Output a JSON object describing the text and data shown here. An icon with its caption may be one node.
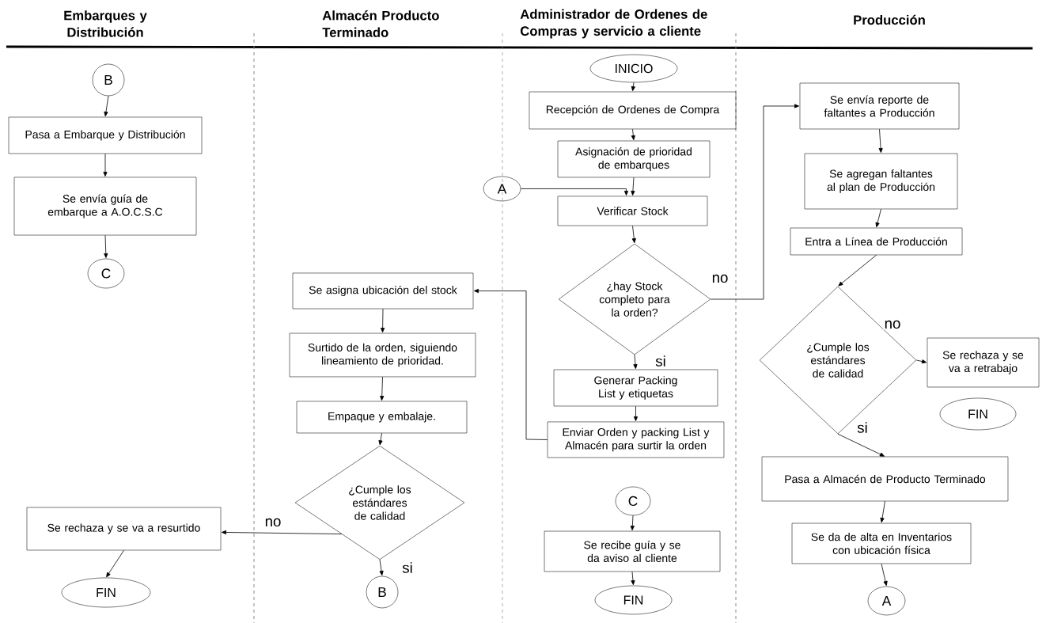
{
  "diagram": {
    "nodes": [
      {
        "text": [
          "B"
        ]
      },
      {
        "text": [
          "Pasa a Embarque y Distribución"
        ]
      },
      {
        "text": [
          "Se envía guía de embarque a A.O.C.S.C"
        ]
      },
      {
        "text": [
          "C"
        ]
      },
      {
        "text": [
          "INICIO"
        ]
      },
      {
        "text": [
          "Recepción de Ordenes de Compra"
        ]
      },
      {
        "text": [
          "Asignación de prioridad de embarques"
        ]
      },
      {
        "text": [
          "A"
        ]
      },
      {
        "text": [
          "Verificar Stock"
        ]
      },
      {
        "text": [
          "¿hay Stock completo para la orden?"
        ]
      },
      {
        "text": [
          "Se envía reporte de faltantes a Producción"
        ]
      },
      {
        "text": [
          "Se agregan faltantes al plan de Producción"
        ]
      },
      {
        "text": [
          "Entra a Línea de Producción"
        ]
      },
      {
        "text": [
          "¿Cumple los estándares de calidad"
        ]
      },
      {
        "text": [
          "Se rechaza y se va a retrabajo"
        ]
      },
      {
        "text": [
          "FIN"
        ]
      },
      {
        "text": [
          "Generar Packing List y etiquetas"
        ]
      },
      {
        "text": [
          "Enviar Orden y packing List y Almacén para surtir la orden"
        ]
      },
      {
        "text": [
          "Se asigna ubicación del stock"
        ]
      },
      {
        "text": [
          "Surtido de la orden, siguiendo lineamiento de prioridad."
        ]
      },
      {
        "text": [
          "Empaque y embalaje."
        ]
      },
      {
        "text": [
          "¿Cumple los estándares de calidad"
        ]
      },
      {
        "text": [
          "Se rechaza y se va a resurtido"
        ]
      },
      {
        "text": [
          "FIN"
        ]
      },
      {
        "text": [
          "B"
        ]
      },
      {
        "text": [
          "C"
        ]
      },
      {
        "text": [
          "Se recibe guía y se da aviso al cliente"
        ]
      },
      {
        "text": [
          "FIN"
        ]
      },
      {
        "text": [
          "Pasa a Almacén de Producto Terminado"
        ]
      },
      {
        "text": [
          "Se da de alta en Inventarios con ubicación física"
        ]
      },
      {
        "text": [
          "A"
        ]
      }
    ],
    "edges": [
      {
        "from": 0,
        "to": 1,
        "arrow": "to"
      },
      {
        "from": 1,
        "to": 2,
        "arrow": "to"
      },
      {
        "from": 2,
        "to": 3,
        "arrow": "to"
      },
      {
        "from": 4,
        "to": 5,
        "arrow": "to"
      },
      {
        "from": 5,
        "to": 6,
        "arrow": "to"
      },
      {
        "from": 6,
        "to": 8,
        "arrow": "to"
      },
      {
        "from": 7,
        "to": 8,
        "arrow": "to"
      },
      {
        "from": 8,
        "to": 9,
        "arrow": "to"
      },
      {
        "from": 9,
        "to": 10,
        "arrow": "to",
        "label": "no"
      },
      {
        "from": 10,
        "to": 11,
        "arrow": "to"
      },
      {
        "from": 11,
        "to": 12,
        "arrow": "to"
      },
      {
        "from": 12,
        "to": 13,
        "arrow": "to"
      },
      {
        "from": 13,
        "to": 14,
        "arrow": "to",
        "label": "no"
      },
      {
        "from": 13,
        "to": 28,
        "arrow": "to",
        "label": "si"
      },
      {
        "from": 28,
        "to": 29,
        "arrow": "to"
      },
      {
        "from": 29,
        "to": 30,
        "arrow": "to"
      },
      {
        "from": 9,
        "to": 16,
        "arrow": "to",
        "label": "si"
      },
      {
        "from": 16,
        "to": 17,
        "arrow": "to"
      },
      {
        "from": 17,
        "to": 18,
        "arrow": "to"
      },
      {
        "from": 18,
        "to": 19,
        "arrow": "to"
      },
      {
        "from": 19,
        "to": 20,
        "arrow": "to"
      },
      {
        "from": 20,
        "to": 21,
        "arrow": "to"
      },
      {
        "from": 21,
        "to": 22,
        "arrow": "to",
        "label": "no"
      },
      {
        "from": 22,
        "to": 23,
        "arrow": "to"
      },
      {
        "from": 21,
        "to": 24,
        "arrow": "to",
        "label": "si"
      },
      {
        "from": 25,
        "to": 26,
        "arrow": "to"
      },
      {
        "from": 26,
        "to": 27,
        "arrow": "to"
      }
    ],
    "labels": [
      "Embarques y Distribución",
      "Almacén Producto Terminado",
      "Administrador de Ordenes de Compras y servicio a cliente",
      "Producción"
    ]
  }
}
